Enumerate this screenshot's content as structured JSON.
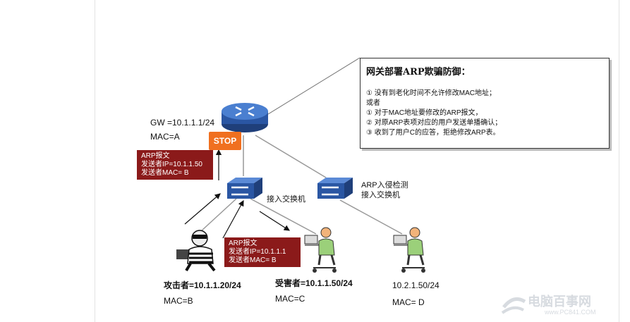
{
  "gateway": {
    "ip_label": "GW =10.1.1.1/24",
    "mac_label": "MAC=A"
  },
  "stop_label": "STOP",
  "callout": {
    "title": "网关部署ARP欺骗防御：",
    "lines": [
      "①  没有到老化时间不允许修改MAC地址；",
      "或者",
      "①  对于MAC地址要修改的ARP报文，",
      "②  对原ARP表项对应的用户发送单播确认；",
      "③  收到了用户C的应答，拒绝修改ARP表。"
    ]
  },
  "arp_box_gateway": {
    "line1": "ARP报文",
    "line2": "发送者IP=10.1.1.50",
    "line3": "发送者MAC= B"
  },
  "arp_box_victim": {
    "line1": "ARP报文",
    "line2": "发送者IP=10.1.1.1",
    "line3": "发送者MAC= B"
  },
  "access_switch_label": "接入交换机",
  "detect_switch_label": {
    "line1": "ARP入侵检测",
    "line2": "接入交换机"
  },
  "attacker": {
    "ip_label": "攻击者=10.1.1.20/24",
    "mac_label": "MAC=B"
  },
  "victim": {
    "ip_label": "受害者=10.1.1.50/24",
    "mac_label": "MAC=C"
  },
  "host_d": {
    "ip_label": "10.2.1.50/24",
    "mac_label": "MAC= D"
  },
  "watermark": {
    "brand": "电脑百事网",
    "url": "www.PC841.COM"
  }
}
